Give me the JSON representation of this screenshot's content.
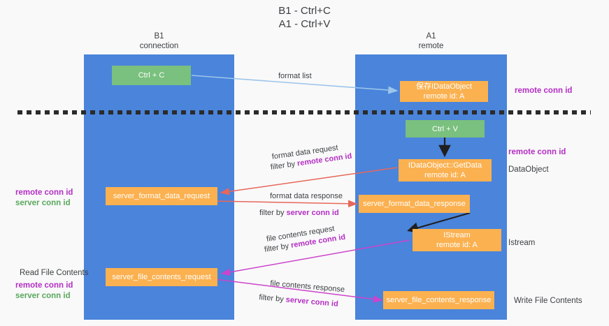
{
  "title": "B1 - Ctrl+C\nA1 - Ctrl+V",
  "columns": [
    {
      "name": "B1",
      "role": "connection",
      "text": "B1\nconnection"
    },
    {
      "name": "A1",
      "role": "remote",
      "text": "A1\nremote"
    }
  ],
  "colors": {
    "lane": "#4a84db",
    "node_green": "#7ac07e",
    "node_orange": "#fbb150",
    "remote_conn_id": "#b42ec4",
    "server_conn_id": "#5aa85e",
    "arrow_format_list": "#9cc5ea",
    "arrow_format_data": "#e8675a",
    "arrow_file_contents": "#cc44cc",
    "arrow_internal": "#1f1f1f",
    "divider": "#2b2b2b",
    "background": "#f9f9f9"
  },
  "nodes": {
    "ctrl_c": "Ctrl + C",
    "ctrl_v": "Ctrl + V",
    "idataobject": "保存IDataObject\nremote id: A",
    "idataobject_getdata": "IDataObject::GetData\nremote id: A",
    "istream": "IStream\nremote id: A",
    "server_format_data_request": "server_format_data_request",
    "server_format_data_response": "server_format_data_response",
    "server_file_contents_request": "server_file_contents_request",
    "server_file_contents_response": "server_file_contents_response"
  },
  "edge_labels": {
    "format_list": "format list",
    "format_data_request": "format data request",
    "format_data_request_filter_prefix": "filter by ",
    "format_data_request_filter_key": "remote conn id",
    "format_data_response": "format data response",
    "format_data_response_filter_prefix": "filter by ",
    "format_data_response_filter_key": "server conn id",
    "file_contents_request": "file contents request",
    "file_contents_request_filter_prefix": "filter by ",
    "file_contents_request_filter_key": "remote conn id",
    "file_contents_response": "file contents response",
    "file_contents_response_filter_prefix": "filter by ",
    "file_contents_response_filter_key": "server conn id"
  },
  "annotations": {
    "right_idataobject_conn": "remote conn id",
    "right_getdata_conn": "remote conn id",
    "right_getdata_kind": "DataObject",
    "right_istream_kind": "Istream",
    "right_write_file": "Write File Contents",
    "left_format_remote": "remote conn id",
    "left_format_server": "server conn id",
    "left_read_file": "Read File Contents",
    "left_file_remote": "remote conn id",
    "left_file_server": "server conn id"
  }
}
